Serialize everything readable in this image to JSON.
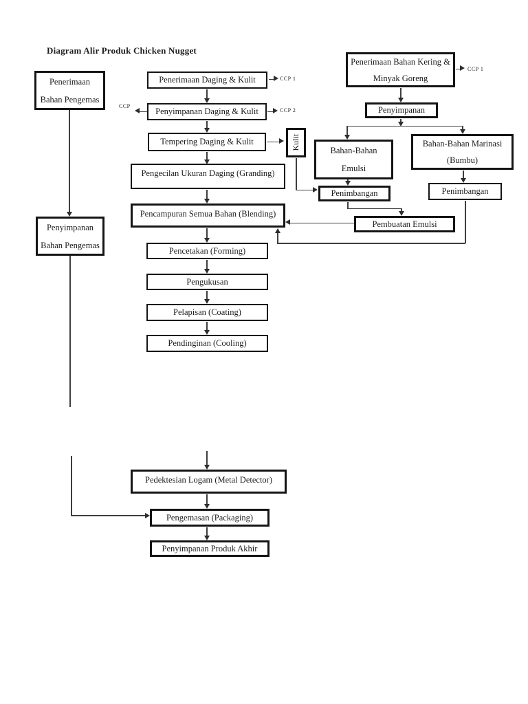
{
  "page": {
    "title": "Diagram Alir Produk Chicken Nugget",
    "background": "#ffffff",
    "ink": "#141414",
    "line_color": "#3e3e3e"
  },
  "nodes": {
    "penerimaan_pengemas": {
      "line1": "Penerimaan",
      "line2": "Bahan Pengemas"
    },
    "penyimpanan_pengemas": {
      "line1": "Penyimpanan",
      "line2": "Bahan Pengemas"
    },
    "penerimaan_daging": {
      "label": "Penerimaan Daging & Kulit"
    },
    "penyimpanan_daging": {
      "label": "Penyimpanan Daging & Kulit"
    },
    "tempering": {
      "label": "Tempering Daging & Kulit"
    },
    "kulit": {
      "label": "Kulit"
    },
    "pengecilan": {
      "label": "Pengecilan Ukuran Daging (Granding)"
    },
    "blending": {
      "label": "Pencampuran Semua Bahan (Blending)"
    },
    "forming": {
      "label": "Pencetakan (Forming)"
    },
    "pengukusan": {
      "label": "Pengukusan"
    },
    "coating": {
      "label": "Pelapisan (Coating)"
    },
    "cooling": {
      "label": "Pendinginan (Cooling)"
    },
    "bahan_kering": {
      "line1": "Penerimaan Bahan Kering &",
      "line2": "Minyak Goreng"
    },
    "penyimpanan_kering": {
      "label": "Penyimpanan"
    },
    "emulsi": {
      "line1": "Bahan-Bahan",
      "line2": "Emulsi"
    },
    "marinasi": {
      "line1": "Bahan-Bahan Marinasi",
      "line2": "(Bumbu)"
    },
    "penimbangan_emulsi": {
      "label": "Penimbangan"
    },
    "penimbangan_marinasi": {
      "label": "Penimbangan"
    },
    "pembuatan_emulsi": {
      "label": "Pembuatan Emulsi"
    },
    "metal_detector": {
      "label": "Pedektesian Logam (Metal Detector)"
    },
    "packaging": {
      "label": "Pengemasan (Packaging)"
    },
    "produk_akhir": {
      "label": "Penyimpanan Produk Akhir"
    }
  },
  "ccp": {
    "receiving_daging": "CCP 1",
    "storage_daging_left": "CCP",
    "storage_daging_right": "CCP 2",
    "receiving_kering": "CCP 1"
  },
  "edges": [
    {
      "from": "penerimaan_pengemas",
      "to": "penyimpanan_pengemas"
    },
    {
      "from": "penyimpanan_pengemas",
      "to": "packaging"
    },
    {
      "from": "penerimaan_daging",
      "to": "ccp_label",
      "label": "CCP 1"
    },
    {
      "from": "penerimaan_daging",
      "to": "penyimpanan_daging"
    },
    {
      "from": "penyimpanan_daging",
      "to": "ccp_label",
      "label": "CCP"
    },
    {
      "from": "penyimpanan_daging",
      "to": "ccp_label",
      "label": "CCP 2"
    },
    {
      "from": "penyimpanan_daging",
      "to": "tempering"
    },
    {
      "from": "tempering",
      "to": "kulit"
    },
    {
      "from": "tempering",
      "to": "pengecilan"
    },
    {
      "from": "pengecilan",
      "to": "blending"
    },
    {
      "from": "kulit",
      "to": "penimbangan_emulsi"
    },
    {
      "from": "bahan_kering",
      "to": "ccp_label",
      "label": "CCP 1"
    },
    {
      "from": "bahan_kering",
      "to": "penyimpanan_kering"
    },
    {
      "from": "penyimpanan_kering",
      "to": "emulsi"
    },
    {
      "from": "penyimpanan_kering",
      "to": "marinasi"
    },
    {
      "from": "emulsi",
      "to": "penimbangan_emulsi"
    },
    {
      "from": "marinasi",
      "to": "penimbangan_marinasi"
    },
    {
      "from": "penimbangan_emulsi",
      "to": "pembuatan_emulsi"
    },
    {
      "from": "pembuatan_emulsi",
      "to": "blending"
    },
    {
      "from": "penimbangan_marinasi",
      "to": "blending"
    },
    {
      "from": "blending",
      "to": "forming"
    },
    {
      "from": "forming",
      "to": "pengukusan"
    },
    {
      "from": "pengukusan",
      "to": "coating"
    },
    {
      "from": "coating",
      "to": "cooling"
    },
    {
      "from": "cooling",
      "to": "metal_detector"
    },
    {
      "from": "metal_detector",
      "to": "packaging"
    },
    {
      "from": "packaging",
      "to": "produk_akhir"
    }
  ]
}
